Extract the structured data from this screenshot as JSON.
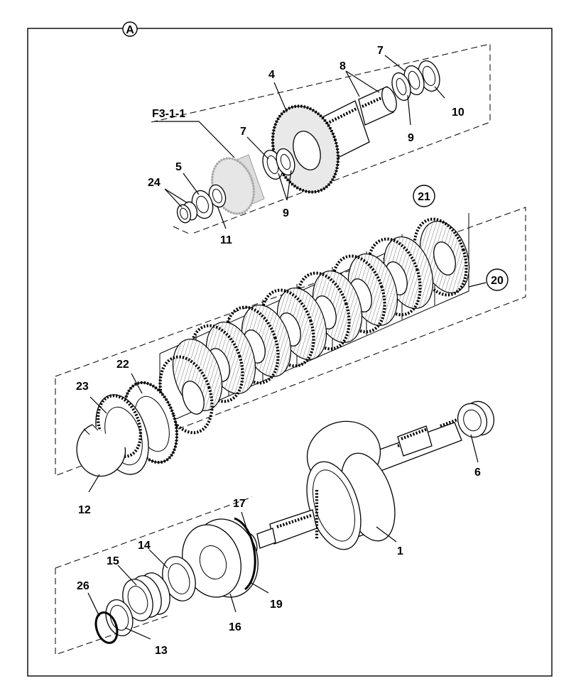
{
  "figure": {
    "view_marker": "A",
    "reference": "F3-1-1",
    "callouts": {
      "c1": "1",
      "c4": "4",
      "c5": "5",
      "c6": "6",
      "c7a": "7",
      "c7b": "7",
      "c8": "8",
      "c9a": "9",
      "c9b": "9",
      "c10": "10",
      "c11": "11",
      "c12": "12",
      "c13": "13",
      "c14": "14",
      "c15": "15",
      "c16": "16",
      "c17": "17",
      "c19": "19",
      "c20": "20",
      "c21": "21",
      "c22": "22",
      "c23": "23",
      "c24": "24",
      "c26": "26"
    }
  }
}
